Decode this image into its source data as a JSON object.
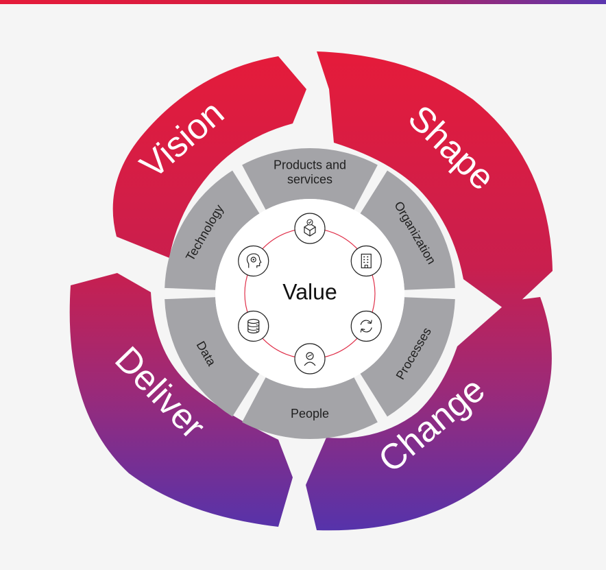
{
  "center": {
    "label": "Value"
  },
  "outer_segments": [
    {
      "label": "Vision"
    },
    {
      "label": "Shape"
    },
    {
      "label": "Change"
    },
    {
      "label": "Deliver"
    }
  ],
  "inner_segments": [
    {
      "label_lines": [
        "Products and",
        "services"
      ]
    },
    {
      "label": "Organization"
    },
    {
      "label": "Processes"
    },
    {
      "label": "People"
    },
    {
      "label": "Data"
    },
    {
      "label": "Technology"
    }
  ],
  "icons": [
    "product-box-icon",
    "building-icon",
    "cycle-arrows-icon",
    "person-icon",
    "database-icon",
    "head-gear-icon"
  ],
  "colors": {
    "background": "#f5f5f5",
    "gradient_top": "#e51b3a",
    "gradient_bottom": "#5633a8",
    "inner_ring": "#a4a4a8",
    "center_ring_line": "#e0304a"
  }
}
